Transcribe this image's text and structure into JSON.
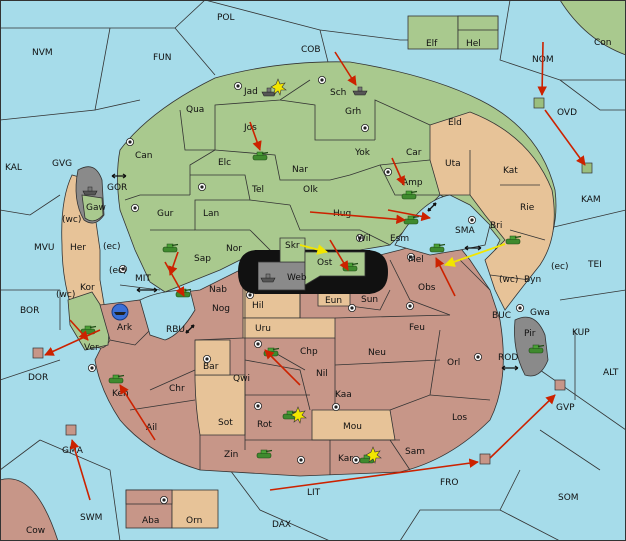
{
  "colors": {
    "sea": "#a6dcea",
    "land_green": "#a9c98e",
    "land_tan": "#e7c398",
    "land_rose": "#c79688",
    "impassable": "#8a8a8a",
    "move_order": "#cc2200",
    "support_order": "#f2e600"
  },
  "regions": {
    "sea": [
      "POL",
      "NVM",
      "FUN",
      "COB",
      "Con",
      "NOM",
      "OVD",
      "KAL",
      "GVG",
      "GOR",
      "MVU",
      "BOR",
      "DOR",
      "MIT",
      "RBU",
      "SMA",
      "TEI",
      "KAM",
      "BUC",
      "KUP",
      "ROD",
      "ALT",
      "GVP",
      "GMA",
      "SWM",
      "LIT",
      "FRO",
      "SOM",
      "DAX",
      "Cow"
    ],
    "land": [
      "Elf",
      "Hel",
      "Jad",
      "Sch",
      "Qua",
      "Jos",
      "Grh",
      "Eld",
      "Can",
      "Elc",
      "Nar",
      "Yok",
      "Car",
      "Uta",
      "Kat",
      "Tel",
      "Olk",
      "Amp",
      "Rie",
      "Gur",
      "Lan",
      "Hug",
      "Bri",
      "Gaw",
      "Her",
      "Nor",
      "Esm",
      "Wil",
      "Sap",
      "Skr",
      "Ost",
      "Web",
      "Mel",
      "Byn",
      "Kor",
      "Nab",
      "Hil",
      "Eun",
      "Sun",
      "Obs",
      "Gwa",
      "Nog",
      "Ark",
      "Uru",
      "Feu",
      "Pir",
      "Ver",
      "Bar",
      "Qwi",
      "Chp",
      "Neu",
      "Orl",
      "Nil",
      "Ken",
      "Chr",
      "Kaa",
      "Ail",
      "Sot",
      "Rot",
      "Mou",
      "Los",
      "Zin",
      "Kar",
      "Sam",
      "Aba",
      "Orn"
    ],
    "coast_tags": [
      "(wc)",
      "(ec)",
      "(ec)",
      "(wc)",
      "(wc)",
      "(ec)"
    ]
  },
  "icons": {
    "army": "tank-icon",
    "fleet": "ship-icon",
    "supply_center": "supply-center-icon",
    "destroyed": "explosion-icon",
    "dislodged": "dislodged-icon"
  }
}
